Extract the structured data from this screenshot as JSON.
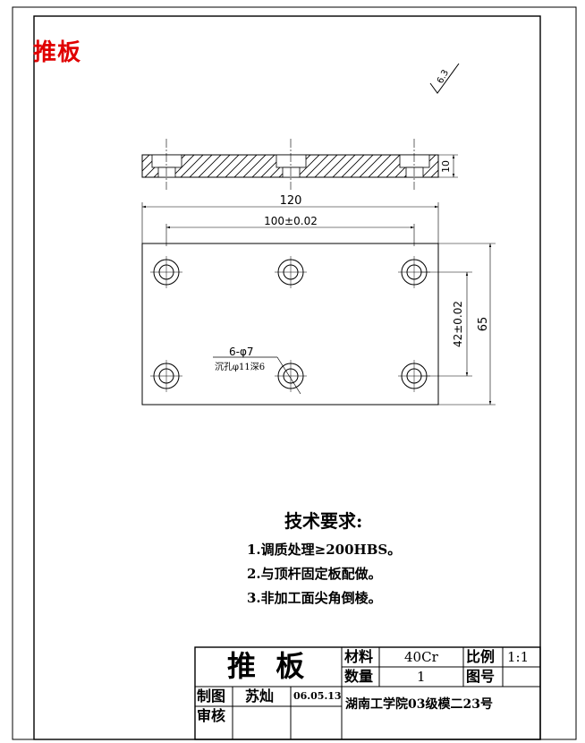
{
  "corner_title": "推板",
  "roughness": "6.3",
  "dims": {
    "thickness": "10",
    "overall_length": "120",
    "hole_pitch_x": "100±0.02",
    "hole_pitch_y": "42±0.02",
    "overall_width": "65",
    "hole_callout": "6-φ7",
    "hole_note": "沉孔φ11深6"
  },
  "tech": {
    "heading": "技术要求:",
    "items": [
      "1.调质处理≥200HBS。",
      "2.与顶杆固定板配做。",
      "3.非加工面尖角倒棱。"
    ]
  },
  "title_block": {
    "part_name": "推  板",
    "material_label": "材料",
    "material_value": "40Cr",
    "scale_label": "比例",
    "scale_value": "1:1",
    "qty_label": "数量",
    "qty_value": "1",
    "drawing_no_label": "图号",
    "drawing_no_value": "",
    "drawn_label": "制图",
    "drawn_by": "苏灿",
    "date": "06.05.13",
    "check_label": "审核",
    "checked_by": "",
    "institution": "湖南工学院03级模二23号"
  }
}
